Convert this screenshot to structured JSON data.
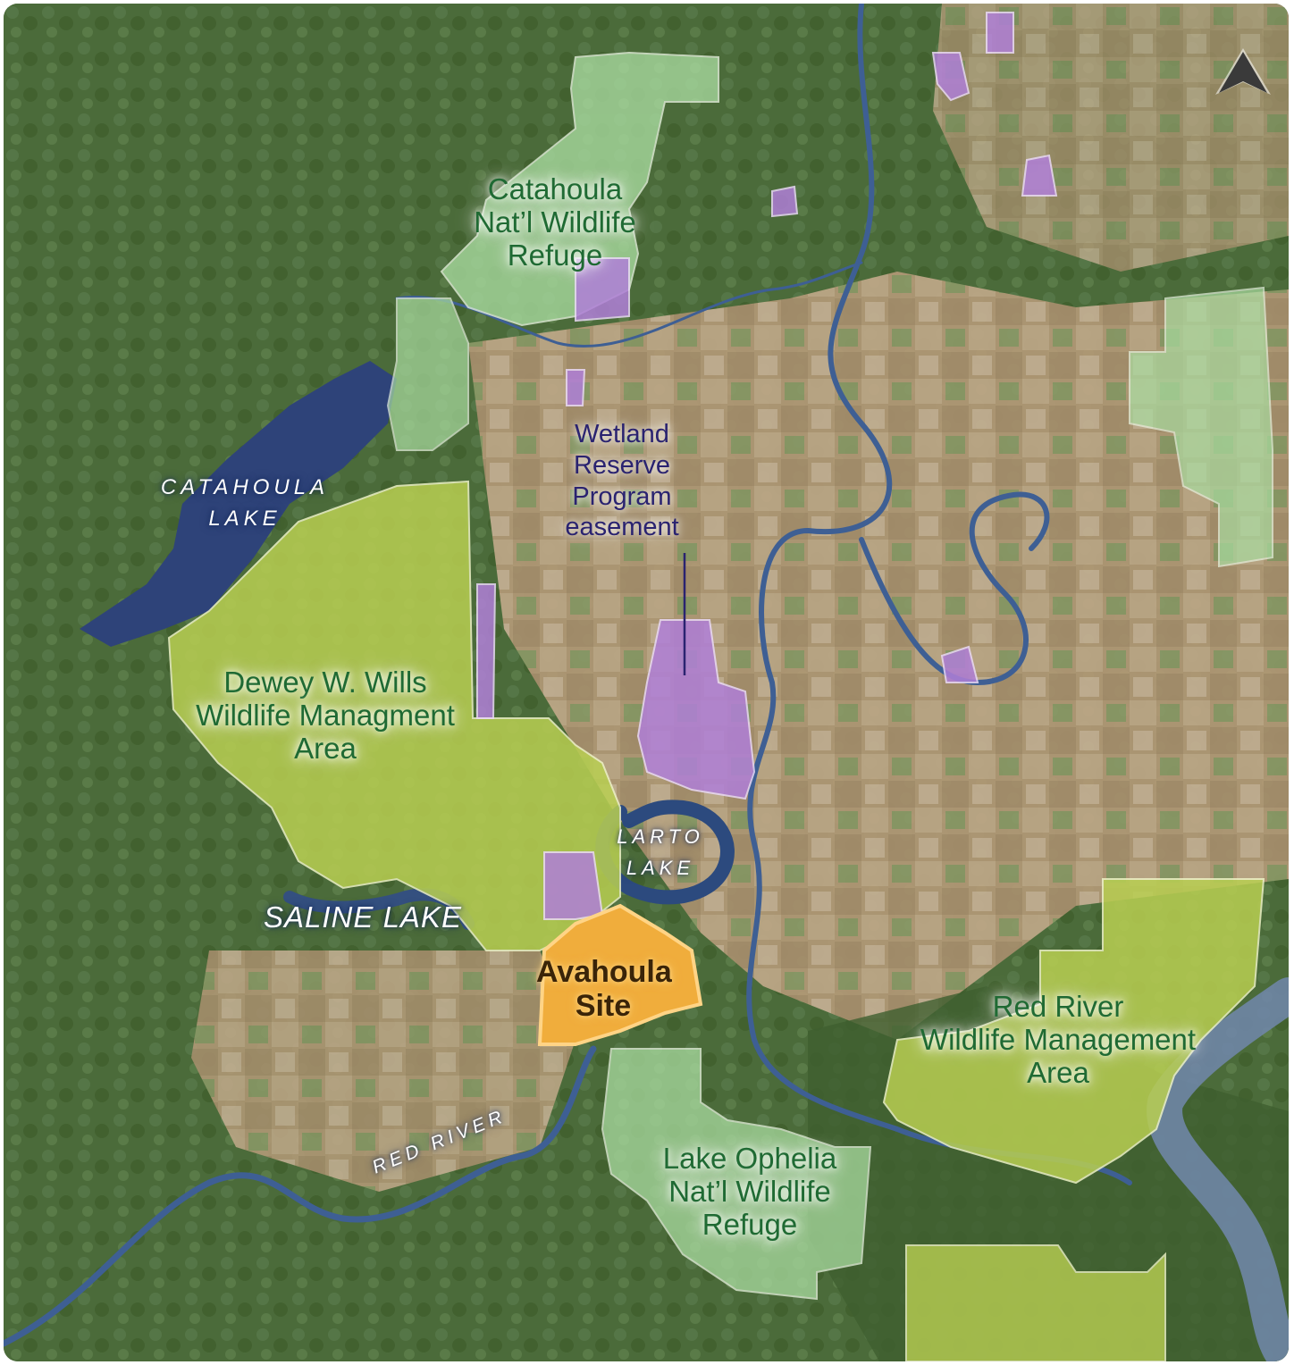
{
  "map": {
    "north_arrow_icon": "north-arrow-icon",
    "colors": {
      "wildlife_management_area": "#b9cf52",
      "national_wildlife_refuge": "#a9dca0",
      "wetland_reserve_easement": "#b07fd8",
      "site": "#f0ad3c",
      "water": "#3b5a8e",
      "forest": "#4d6d3c",
      "farmland": "#b89c7d"
    },
    "areas": {
      "catahoula_nwr": "Catahoula\nNat’l Wildlife\nRefuge",
      "dewey_wills_wma": "Dewey W. Wills\nWildlife Managment\nArea",
      "red_river_wma": "Red River\nWildlife Management\nArea",
      "lake_ophelia_nwr": "Lake Ophelia\nNat’l Wildlife\nRefuge",
      "wrp_easement": "Wetland\nReserve\nProgram\neasement",
      "avahoula_site": "Avahoula\nSite"
    },
    "water": {
      "catahoula_lake": "CATAHOULA\nLAKE",
      "larto_lake": "LARTO\nLAKE",
      "saline_lake": "SALINE LAKE",
      "red_river": "RED RIVER"
    }
  }
}
